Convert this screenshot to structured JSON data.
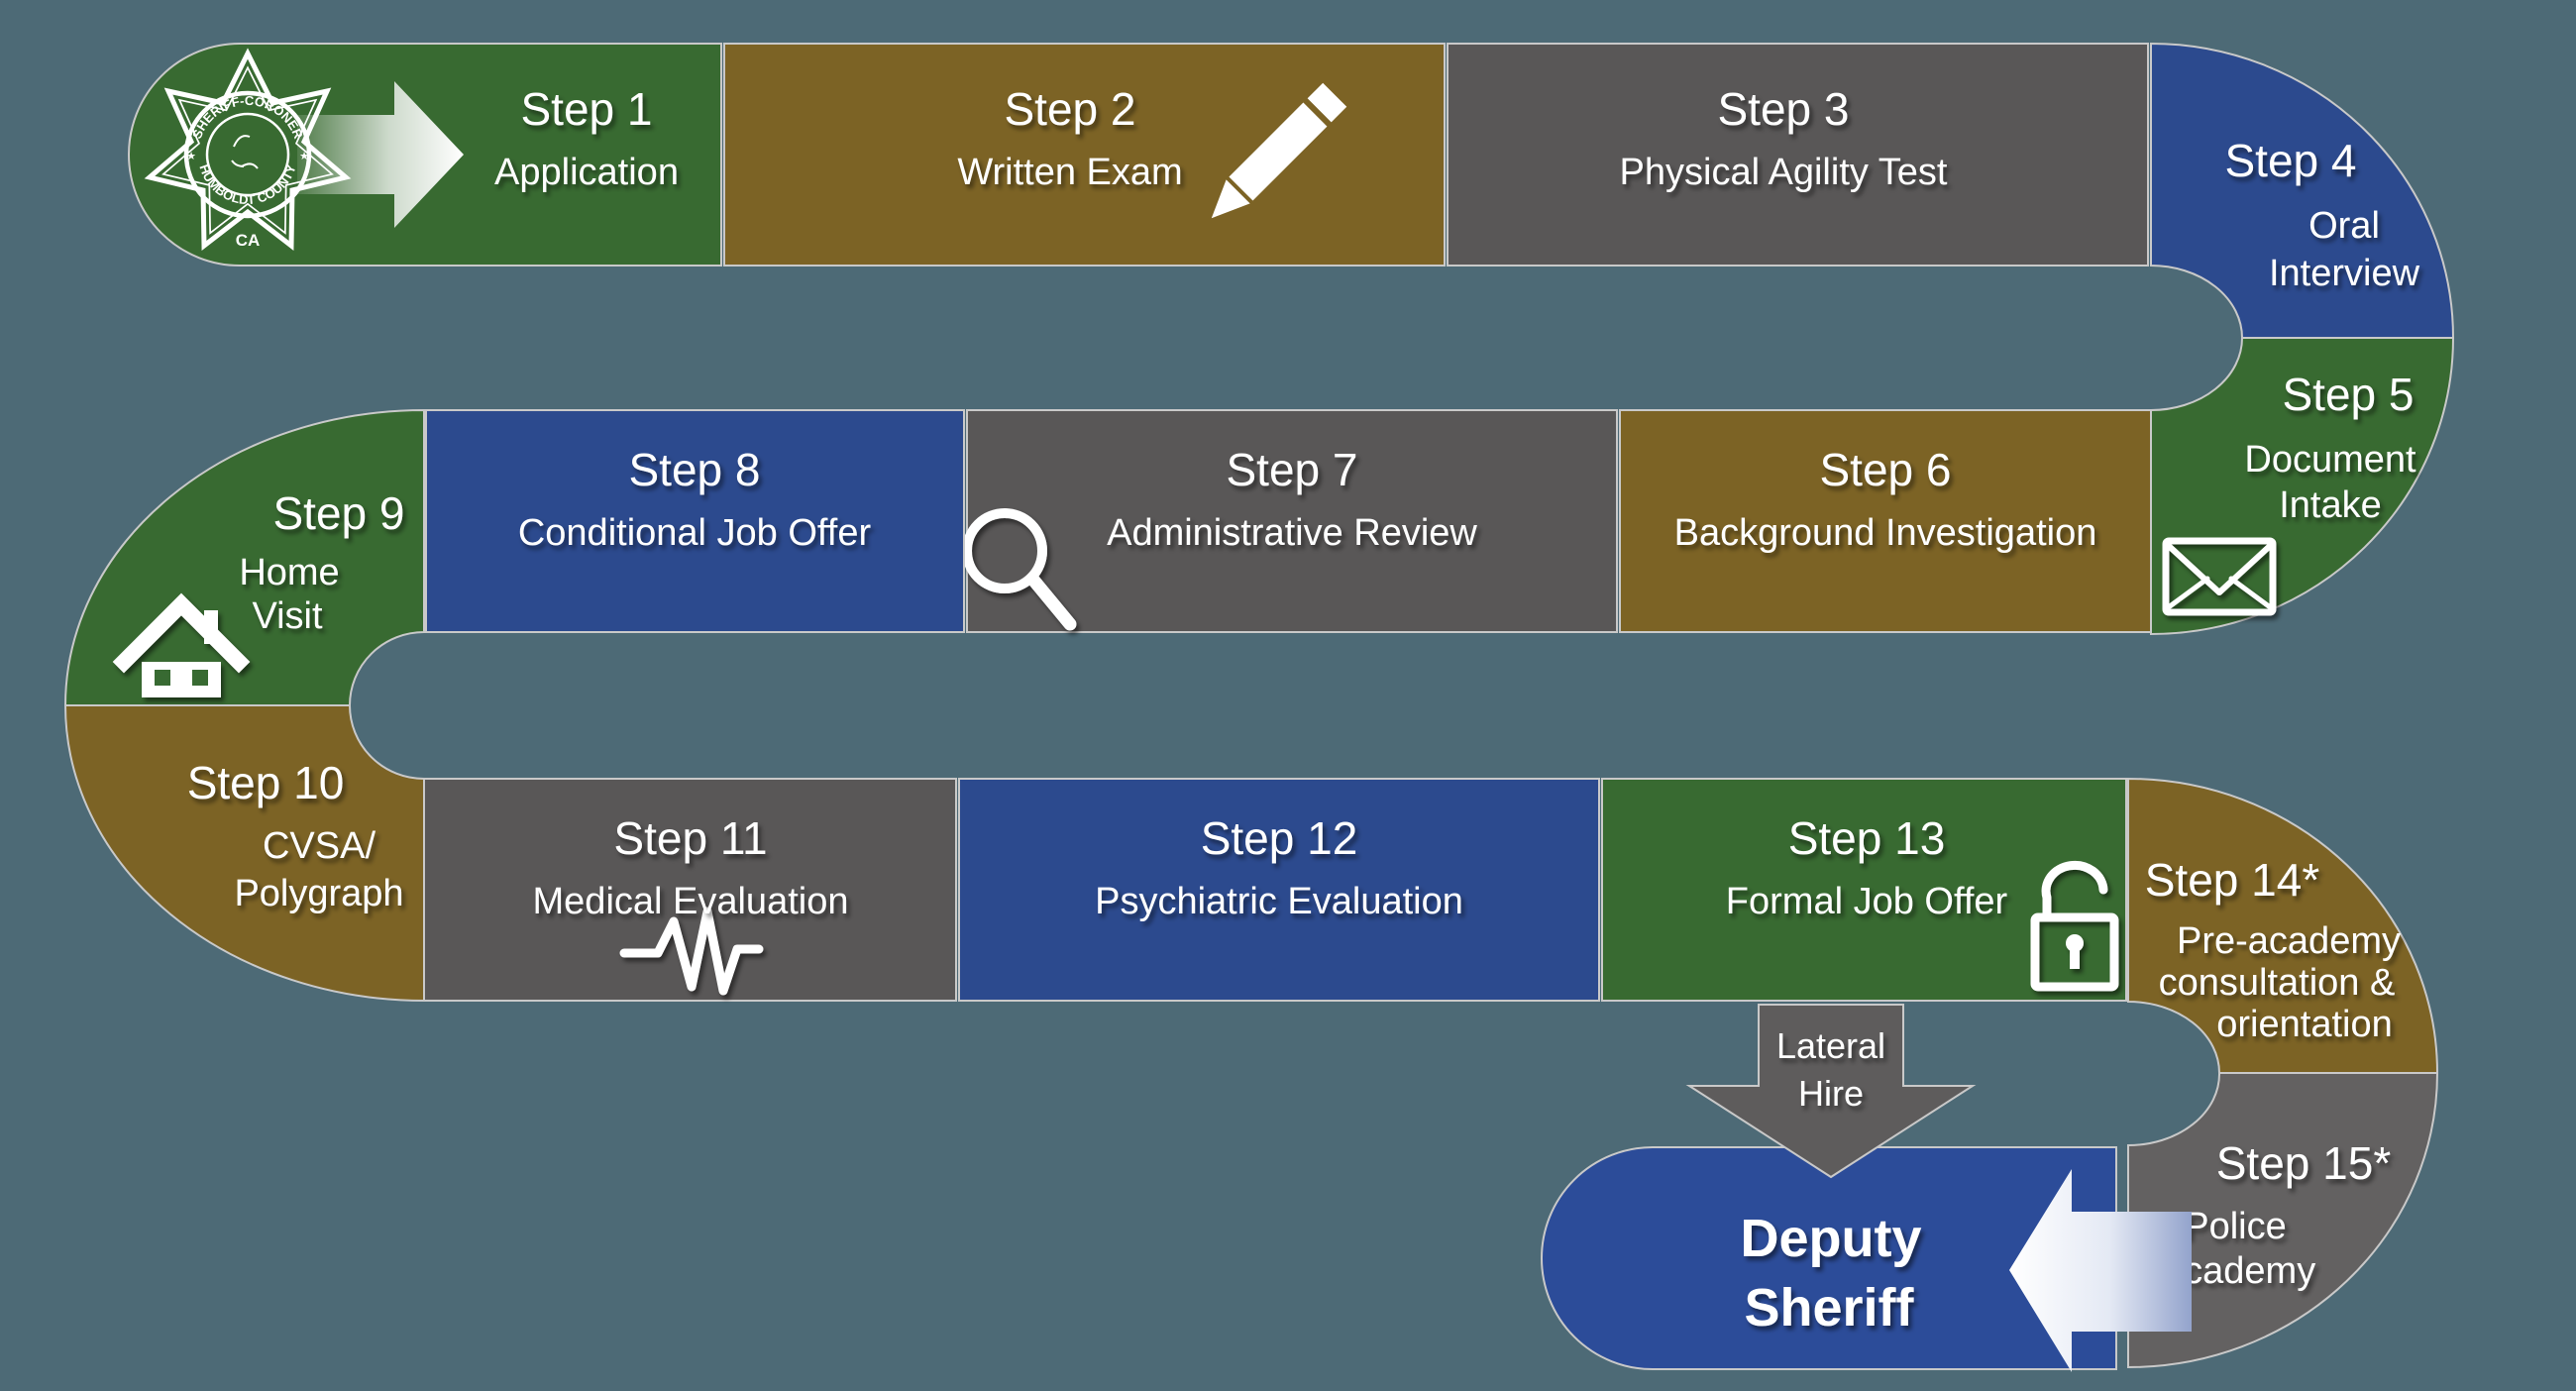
{
  "background_color": "#4d6a76",
  "palette": {
    "green": "#386a31",
    "brown": "#7c6325",
    "gray": "#595757",
    "gray_light": "#636161",
    "blue": "#2c4a8e",
    "deputy_blue": "#2c4c99",
    "arrow_gray": "#5e5c5c",
    "edge_line": "#c9c9c9",
    "text": "#ffffff"
  },
  "badge": {
    "ring_top": "SHERIFF-CORONER",
    "ring_bottom": "HUMBOLDT COUNTY",
    "state_label": "CA"
  },
  "steps": [
    {
      "label": "Step 1",
      "sub": "Application",
      "color": "green",
      "icons": [
        "sheriff-badge",
        "forward-arrow"
      ]
    },
    {
      "label": "Step 2",
      "sub": "Written Exam",
      "color": "brown",
      "icons": [
        "pencil"
      ]
    },
    {
      "label": "Step 3",
      "sub": "Physical Agility Test",
      "color": "gray",
      "icons": []
    },
    {
      "label": "Step 4",
      "sub": "Oral Interview",
      "sub_lines": [
        "Oral",
        "Interview"
      ],
      "color": "blue",
      "icons": []
    },
    {
      "label": "Step 5",
      "sub": "Document Intake",
      "sub_lines": [
        "Document",
        "Intake"
      ],
      "color": "green",
      "icons": [
        "envelope"
      ]
    },
    {
      "label": "Step 6",
      "sub": "Background Investigation",
      "color": "brown",
      "icons": []
    },
    {
      "label": "Step 7",
      "sub": "Administrative Review",
      "color": "gray",
      "icons": [
        "magnifier"
      ]
    },
    {
      "label": "Step 8",
      "sub": "Conditional Job Offer",
      "color": "blue",
      "icons": []
    },
    {
      "label": "Step 9",
      "sub": "Home Visit",
      "sub_lines": [
        "Home",
        "Visit"
      ],
      "color": "green",
      "icons": [
        "house"
      ]
    },
    {
      "label": "Step 10",
      "sub": "CVSA/Polygraph",
      "sub_lines": [
        "CVSA/",
        "Polygraph"
      ],
      "color": "brown",
      "icons": []
    },
    {
      "label": "Step 11",
      "sub": "Medical Evaluation",
      "color": "gray",
      "icons": [
        "heartbeat"
      ]
    },
    {
      "label": "Step 12",
      "sub": "Psychiatric Evaluation",
      "color": "blue",
      "icons": []
    },
    {
      "label": "Step 13",
      "sub": "Formal Job Offer",
      "color": "green",
      "icons": [
        "open-padlock"
      ]
    },
    {
      "label": "Step 14*",
      "sub": "Pre-academy consultation & orientation",
      "sub_lines": [
        "Pre-academy",
        "consultation &",
        "orientation"
      ],
      "color": "brown",
      "icons": []
    },
    {
      "label": "Step 15*",
      "sub": "Police Academy",
      "sub_lines": [
        "Police",
        "Academy"
      ],
      "color": "gray",
      "icons": []
    }
  ],
  "lateral_hire": {
    "lines": [
      "Lateral",
      "Hire"
    ]
  },
  "outcome": {
    "lines": [
      "Deputy",
      "Sheriff"
    ]
  }
}
